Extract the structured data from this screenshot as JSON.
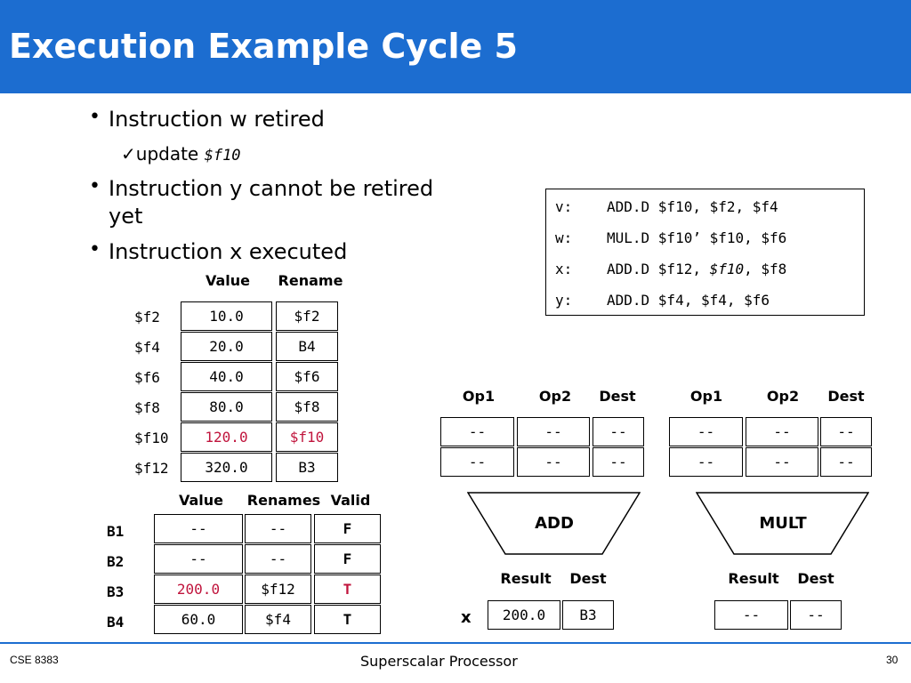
{
  "title": "Execution Example Cycle 5",
  "bullets": {
    "b1": "Instruction w retired",
    "b1_sub_check": "✓",
    "b1_sub_text": "update ",
    "b1_sub_code": "$f10",
    "b2_line1": "Instruction  y  cannot  be  retired",
    "b2_line2": "yet",
    "b3": "Instruction x executed",
    "dot": "•"
  },
  "instructions": [
    {
      "tag": "v:",
      "pre": "ADD.D $f10, $f2, $f4",
      "em": "",
      "post": ""
    },
    {
      "tag": "w:",
      "pre": "MUL.D $f10’ $f10, $f6",
      "em": "",
      "post": ""
    },
    {
      "tag": "x:",
      "pre": "ADD.D $f12, ",
      "em": "$f10",
      "post": ", $f8"
    },
    {
      "tag": "y:",
      "pre": "ADD.D $f4, $f4, $f6",
      "em": "",
      "post": ""
    }
  ],
  "register_table": {
    "headers": {
      "value": "Value",
      "rename": "Rename"
    },
    "rows": [
      {
        "reg": "$f2",
        "value": "10.0",
        "rename": "$f2"
      },
      {
        "reg": "$f4",
        "value": "20.0",
        "rename": "B4"
      },
      {
        "reg": "$f6",
        "value": "40.0",
        "rename": "$f6"
      },
      {
        "reg": "$f8",
        "value": "80.0",
        "rename": "$f8"
      },
      {
        "reg": "$f10",
        "value": "120.0",
        "rename": "$f10"
      },
      {
        "reg": "$f12",
        "value": "320.0",
        "rename": "B3"
      }
    ]
  },
  "buffer_table": {
    "headers": {
      "value": "Value",
      "renames": "Renames",
      "valid": "Valid"
    },
    "rows": [
      {
        "buf": "B1",
        "value": "--",
        "rename": "--",
        "valid": "F"
      },
      {
        "buf": "B2",
        "value": "--",
        "rename": "--",
        "valid": "F"
      },
      {
        "buf": "B3",
        "value": "200.0",
        "rename": "$f12",
        "valid": "T"
      },
      {
        "buf": "B4",
        "value": "60.0",
        "rename": "$f4",
        "valid": "T"
      }
    ]
  },
  "add_unit": {
    "headers": {
      "op1": "Op1",
      "op2": "Op2",
      "dest": "Dest"
    },
    "rows": [
      {
        "op1": "--",
        "op2": "--",
        "dest": "--"
      },
      {
        "op1": "--",
        "op2": "--",
        "dest": "--"
      }
    ],
    "label": "ADD",
    "result_headers": {
      "result": "Result",
      "dest": "Dest"
    },
    "result_tag": "x",
    "result": {
      "value": "200.0",
      "dest": "B3"
    }
  },
  "mult_unit": {
    "headers": {
      "op1": "Op1",
      "op2": "Op2",
      "dest": "Dest"
    },
    "rows": [
      {
        "op1": "--",
        "op2": "--",
        "dest": "--"
      },
      {
        "op1": "--",
        "op2": "--",
        "dest": "--"
      }
    ],
    "label": "MULT",
    "result_headers": {
      "result": "Result",
      "dest": "Dest"
    },
    "result": {
      "value": "--",
      "dest": "--"
    }
  },
  "footer": {
    "course": "CSE 8383",
    "topic": "Superscalar Processor",
    "page": "30"
  },
  "colors": {
    "header": "#1c6dd0",
    "highlight": "#c0143c"
  }
}
